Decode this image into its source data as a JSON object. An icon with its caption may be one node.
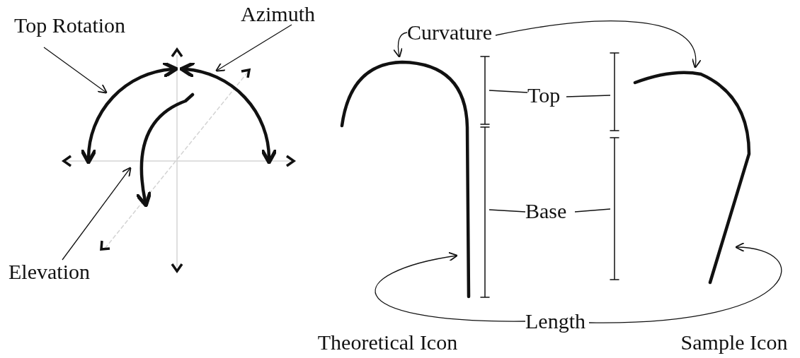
{
  "diagram": {
    "nodes": [
      {
        "text": [
          "Top Rotation"
        ]
      },
      {
        "text": [
          "Azimuth"
        ]
      },
      {
        "text": [
          "Elevation"
        ]
      },
      {
        "text": [],
        "shape": "curve"
      },
      {
        "text": [],
        "shape": "curve"
      },
      {
        "text": [],
        "shape": "curve"
      },
      {
        "text": [
          "Curvature"
        ]
      },
      {
        "text": [],
        "shape": "curve",
        "beside": [
          "Theoretical Icon"
        ]
      },
      {
        "text": [],
        "shape": "curve",
        "beside": [
          "Sample Icon"
        ]
      },
      {
        "text": [
          "Top"
        ]
      },
      {
        "text": [
          "Base"
        ]
      },
      {
        "text": [
          "Length"
        ]
      },
      {
        "text": [],
        "shape": "bar"
      },
      {
        "text": [],
        "shape": "bar"
      },
      {
        "text": [],
        "shape": "bar"
      },
      {
        "text": [],
        "shape": "bar"
      }
    ],
    "edges": [
      {
        "from": 0,
        "to": 3,
        "arrow": "to"
      },
      {
        "from": 1,
        "to": 4,
        "arrow": "to"
      },
      {
        "from": 2,
        "to": 5,
        "arrow": "to"
      },
      {
        "from": 6,
        "to": 7,
        "arrow": "to"
      },
      {
        "from": 6,
        "to": 8,
        "arrow": "to"
      },
      {
        "from": 9,
        "to": 12,
        "arrow": "none"
      },
      {
        "from": 9,
        "to": 14,
        "arrow": "none"
      },
      {
        "from": 10,
        "to": 13,
        "arrow": "none"
      },
      {
        "from": 10,
        "to": 15,
        "arrow": "none"
      },
      {
        "from": 11,
        "to": 7,
        "arrow": "to"
      },
      {
        "from": 11,
        "to": 8,
        "arrow": "to"
      }
    ]
  }
}
